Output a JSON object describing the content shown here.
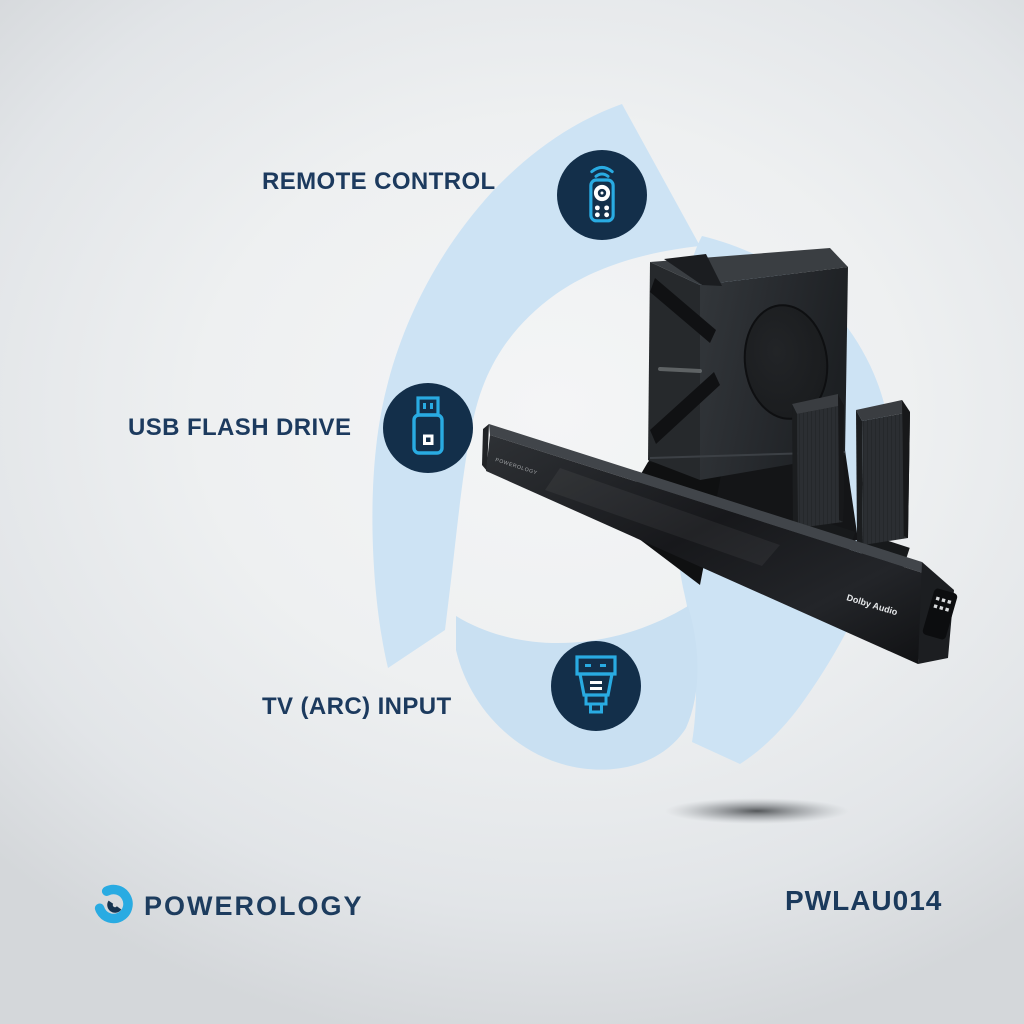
{
  "features": [
    {
      "label": "REMOTE CONTROL",
      "icon": "remote-control-icon"
    },
    {
      "label": "USB FLASH DRIVE",
      "icon": "usb-flash-drive-icon"
    },
    {
      "label": "TV (ARC) INPUT",
      "icon": "hdmi-arc-input-icon"
    }
  ],
  "product": {
    "soundbar_left_text": "POWEROLOGY",
    "dolby_badge": "Dolby Audio"
  },
  "footer": {
    "brand": "POWEROLOGY",
    "model": "PWLAU014"
  },
  "colors": {
    "accent_blue": "#29abe2",
    "navy_circle": "#132f4a",
    "text_navy": "#1c3a5e",
    "swirl_blue": "#cde3f4"
  }
}
